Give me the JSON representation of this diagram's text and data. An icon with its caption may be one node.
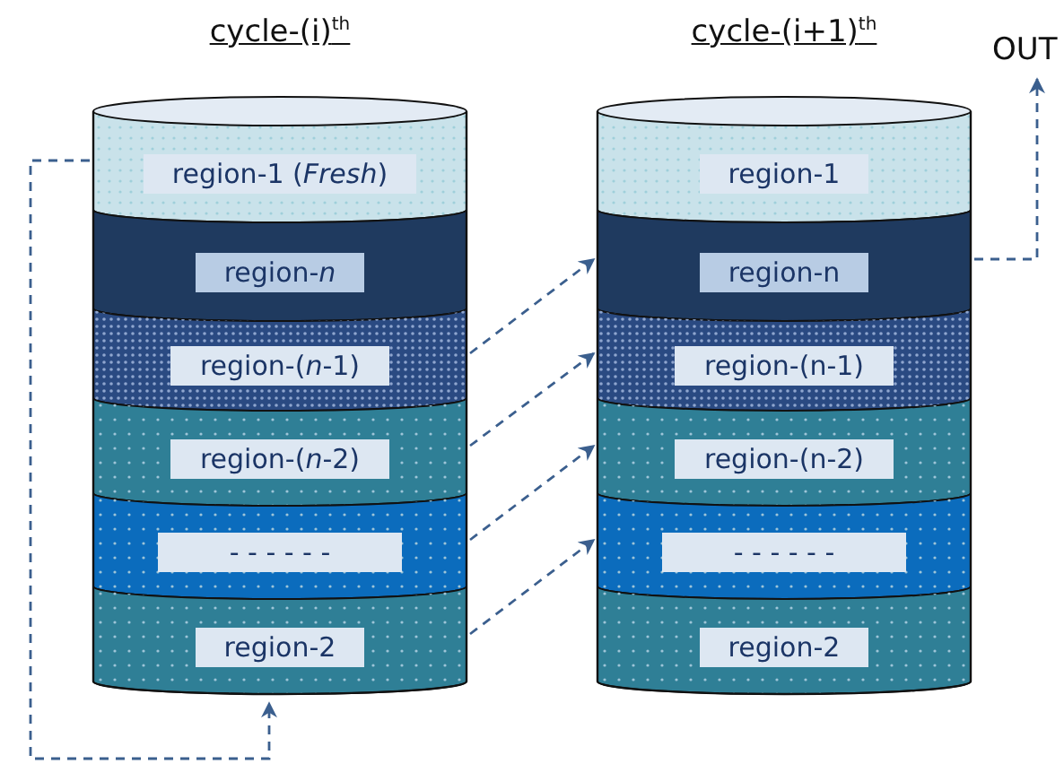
{
  "diagram": {
    "nodes": [
      {
        "text": [
          "cycle-(i)$^{th}$"
        ]
      },
      {
        "text": [
          "region-1 (*Fresh*)"
        ],
        "in": 0
      },
      {
        "text": [
          "region-*n*"
        ],
        "in": 0
      },
      {
        "text": [
          "region-(*n*-1)"
        ],
        "in": 0
      },
      {
        "text": [
          "region-(*n*-2)"
        ],
        "in": 0
      },
      {
        "text": [
          "- - - - - -"
        ],
        "in": 0
      },
      {
        "text": [
          "region-2"
        ],
        "in": 0
      },
      {
        "text": [
          "cycle-(i+1)$^{th}$"
        ]
      },
      {
        "text": [
          "region-1"
        ],
        "in": 7
      },
      {
        "text": [
          "region-n"
        ],
        "in": 7
      },
      {
        "text": [
          "region-(n-1)"
        ],
        "in": 7
      },
      {
        "text": [
          "region-(n-2)"
        ],
        "in": 7
      },
      {
        "text": [
          "- - - - - -"
        ],
        "in": 7
      },
      {
        "text": [
          "region-2"
        ],
        "in": 7
      },
      {
        "text": [
          "OUT"
        ]
      }
    ],
    "edges": [
      {
        "from": 1,
        "to": 0,
        "arrow": "to",
        "style": "dashed"
      },
      {
        "from": 3,
        "to": 9,
        "arrow": "to",
        "style": "dashed"
      },
      {
        "from": 4,
        "to": 10,
        "arrow": "to",
        "style": "dashed"
      },
      {
        "from": 5,
        "to": 11,
        "arrow": "to",
        "style": "dashed"
      },
      {
        "from": 6,
        "to": 12,
        "arrow": "to",
        "style": "dashed"
      },
      {
        "from": 9,
        "to": 14,
        "arrow": "to",
        "style": "dashed"
      }
    ]
  }
}
